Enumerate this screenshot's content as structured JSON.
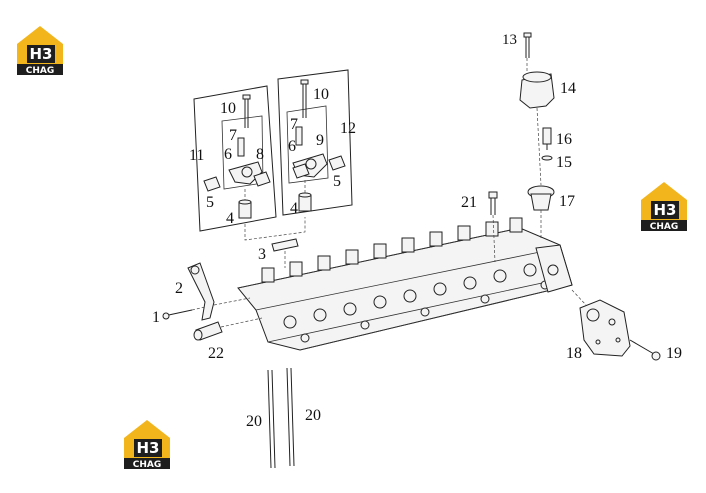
{
  "logos": [
    {
      "id": "logo-top-left",
      "mark": "H3",
      "text": "CHAG"
    },
    {
      "id": "logo-right",
      "mark": "H3",
      "text": "CHAG"
    },
    {
      "id": "logo-bottom-left",
      "mark": "H3",
      "text": "CHAG"
    }
  ],
  "callouts": {
    "c1": "1",
    "c2": "2",
    "c3": "3",
    "c4a": "4",
    "c4b": "4",
    "c5a": "5",
    "c5b": "5",
    "c6a": "6",
    "c6b": "6",
    "c7a": "7",
    "c7b": "7",
    "c8": "8",
    "c9": "9",
    "c10a": "10",
    "c10b": "10",
    "c11": "11",
    "c12": "12",
    "c13": "13",
    "c14": "14",
    "c15": "15",
    "c16": "16",
    "c17": "17",
    "c18": "18",
    "c19": "19",
    "c20a": "20",
    "c20b": "20",
    "c21": "21",
    "c22": "22"
  },
  "colors": {
    "logo_gold": "#f2b51c",
    "logo_dark": "#1e1e1e",
    "line": "#222222"
  }
}
